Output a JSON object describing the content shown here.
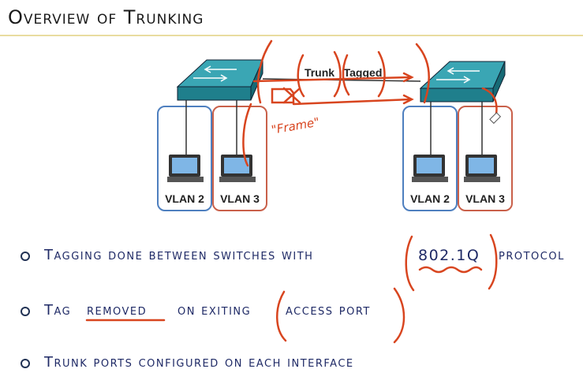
{
  "title": "Overview of Trunking",
  "diagram": {
    "left_vlans": [
      "VLAN 2",
      "VLAN 3"
    ],
    "right_vlans": [
      "VLAN 2",
      "VLAN 3"
    ],
    "trunk_label": "Trunk",
    "tagged_label": "Tagged",
    "frame_annotation": "\"Frame\""
  },
  "bullets": [
    {
      "pre": "Tagging done between switches with",
      "highlight": "802.1Q",
      "post": "protocol"
    },
    {
      "pre": "Tag",
      "highlight": "removed",
      "post": "on exiting",
      "tail": "access port"
    },
    {
      "pre": "Trunk ports configured on each interface",
      "highlight": "",
      "post": ""
    }
  ],
  "colors": {
    "switch": "#2e9aa8",
    "vlan2_border": "#4e7fbf",
    "vlan3_border": "#c9604a",
    "ink": "#d8451f",
    "text": "#1f2a66"
  }
}
